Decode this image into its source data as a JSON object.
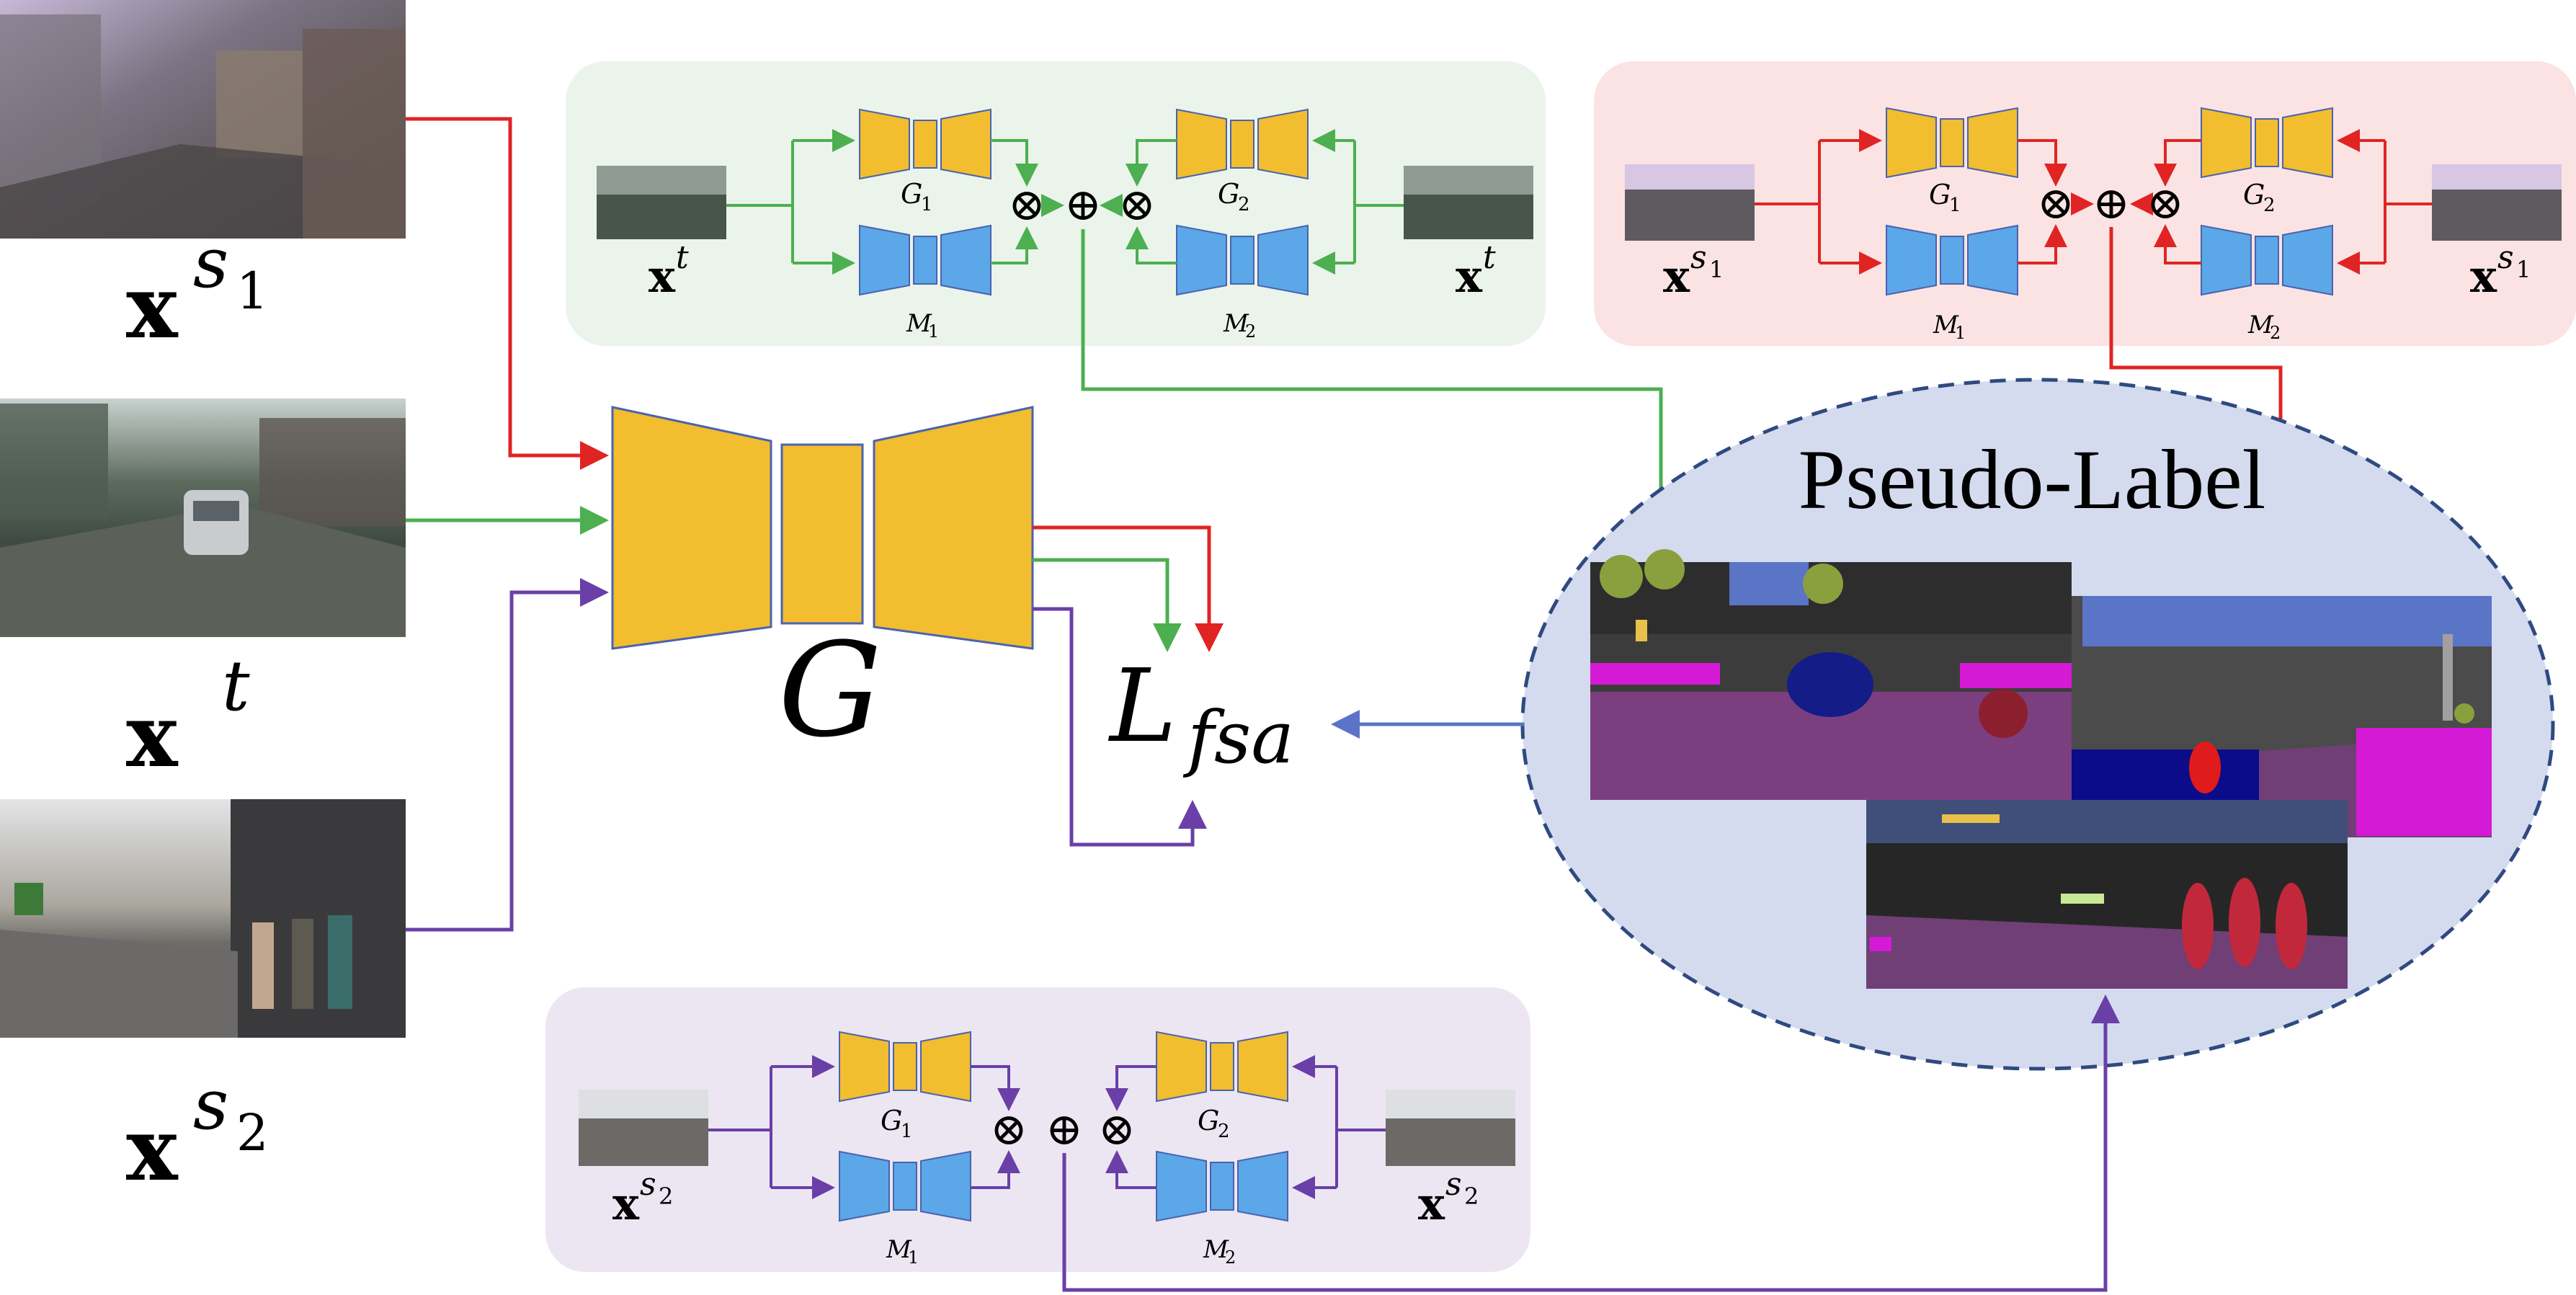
{
  "inputs": {
    "source1": {
      "label": "x",
      "superscript": "s",
      "subscript": "1"
    },
    "target": {
      "label": "x",
      "superscript": "t"
    },
    "source2": {
      "label": "x",
      "superscript": "s",
      "subscript": "2"
    }
  },
  "generator": {
    "label": "G"
  },
  "loss": {
    "label": "L",
    "subscript": "fsa"
  },
  "pseudo_label": {
    "title": "Pseudo-Label"
  },
  "panels": {
    "target_panel": {
      "left_input": {
        "label": "x",
        "superscript": "t"
      },
      "right_input": {
        "label": "x",
        "superscript": "t"
      },
      "g1": {
        "label": "G",
        "subscript": "1"
      },
      "g2": {
        "label": "G",
        "subscript": "2"
      },
      "m1": {
        "label": "M",
        "subscript": "1"
      },
      "m2": {
        "label": "M",
        "subscript": "2"
      }
    },
    "source1_panel": {
      "left_input": {
        "label": "x",
        "superscript": "s",
        "subscript": "1"
      },
      "right_input": {
        "label": "x",
        "superscript": "s",
        "subscript": "1"
      },
      "g1": {
        "label": "G",
        "subscript": "1"
      },
      "g2": {
        "label": "G",
        "subscript": "2"
      },
      "m1": {
        "label": "M",
        "subscript": "1"
      },
      "m2": {
        "label": "M",
        "subscript": "2"
      }
    },
    "source2_panel": {
      "left_input": {
        "label": "x",
        "superscript": "s",
        "subscript": "2"
      },
      "right_input": {
        "label": "x",
        "superscript": "s",
        "subscript": "2"
      },
      "g1": {
        "label": "G",
        "subscript": "1"
      },
      "g2": {
        "label": "G",
        "subscript": "2"
      },
      "m1": {
        "label": "M",
        "subscript": "1"
      },
      "m2": {
        "label": "M",
        "subscript": "2"
      }
    }
  },
  "symbols": {
    "multiply": "⊗",
    "add": "⊕"
  },
  "colors": {
    "source1_arrow": "#e02424",
    "target_arrow": "#4caf50",
    "source2_arrow": "#6a3fa8",
    "pseudo_arrow": "#5b74c7",
    "generator_fill": "#f2bd2e",
    "mask_fill": "#5ba7e8",
    "target_panel_bg": "#ebf4ea",
    "source1_panel_bg": "#fbe3e3",
    "source2_panel_bg": "#ece6f2",
    "pseudo_ellipse_bg": "#d4dbee",
    "pseudo_ellipse_border": "#2f4a80"
  }
}
